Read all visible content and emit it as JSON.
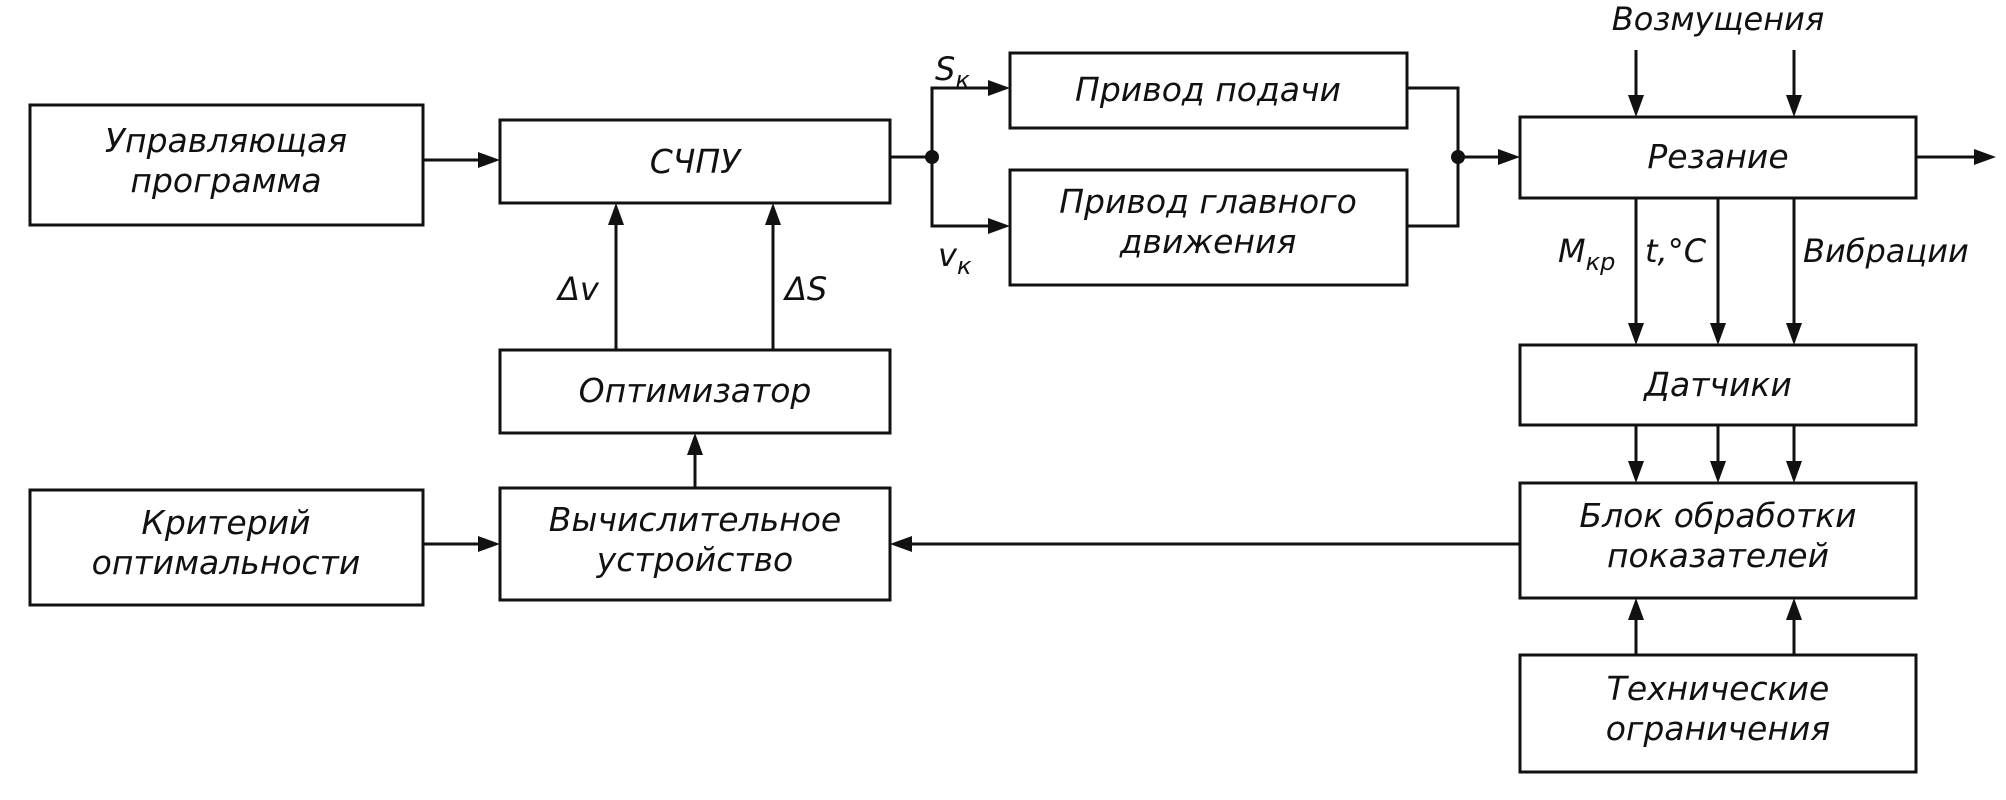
{
  "blocks": {
    "control_program": [
      "Управляющая",
      "программа"
    ],
    "cnc": [
      "СЧПУ"
    ],
    "feed_drive": [
      "Привод  подачи"
    ],
    "main_drive": [
      "Привод главного",
      "движения"
    ],
    "cutting": [
      "Резание"
    ],
    "optimizer": [
      "Оптимизатор"
    ],
    "sensors": [
      "Датчики"
    ],
    "criterion": [
      "Критерий",
      "оптимальности"
    ],
    "computing_unit": [
      "Вычислительное",
      "устройство"
    ],
    "processing_unit": [
      "Блок  обработки",
      "показателей"
    ],
    "constraints": [
      "Технические",
      "ограничения"
    ]
  },
  "signals": {
    "feed": {
      "main": "S",
      "sub": "к"
    },
    "speed": {
      "main": "v",
      "sub": "к"
    },
    "delta_v": "Δv",
    "delta_s": "ΔS",
    "disturbances": "Возмущения",
    "torque": {
      "main": "M",
      "sub": "кр"
    },
    "temperature": "t,°C",
    "vibrations": "Вибрации"
  }
}
